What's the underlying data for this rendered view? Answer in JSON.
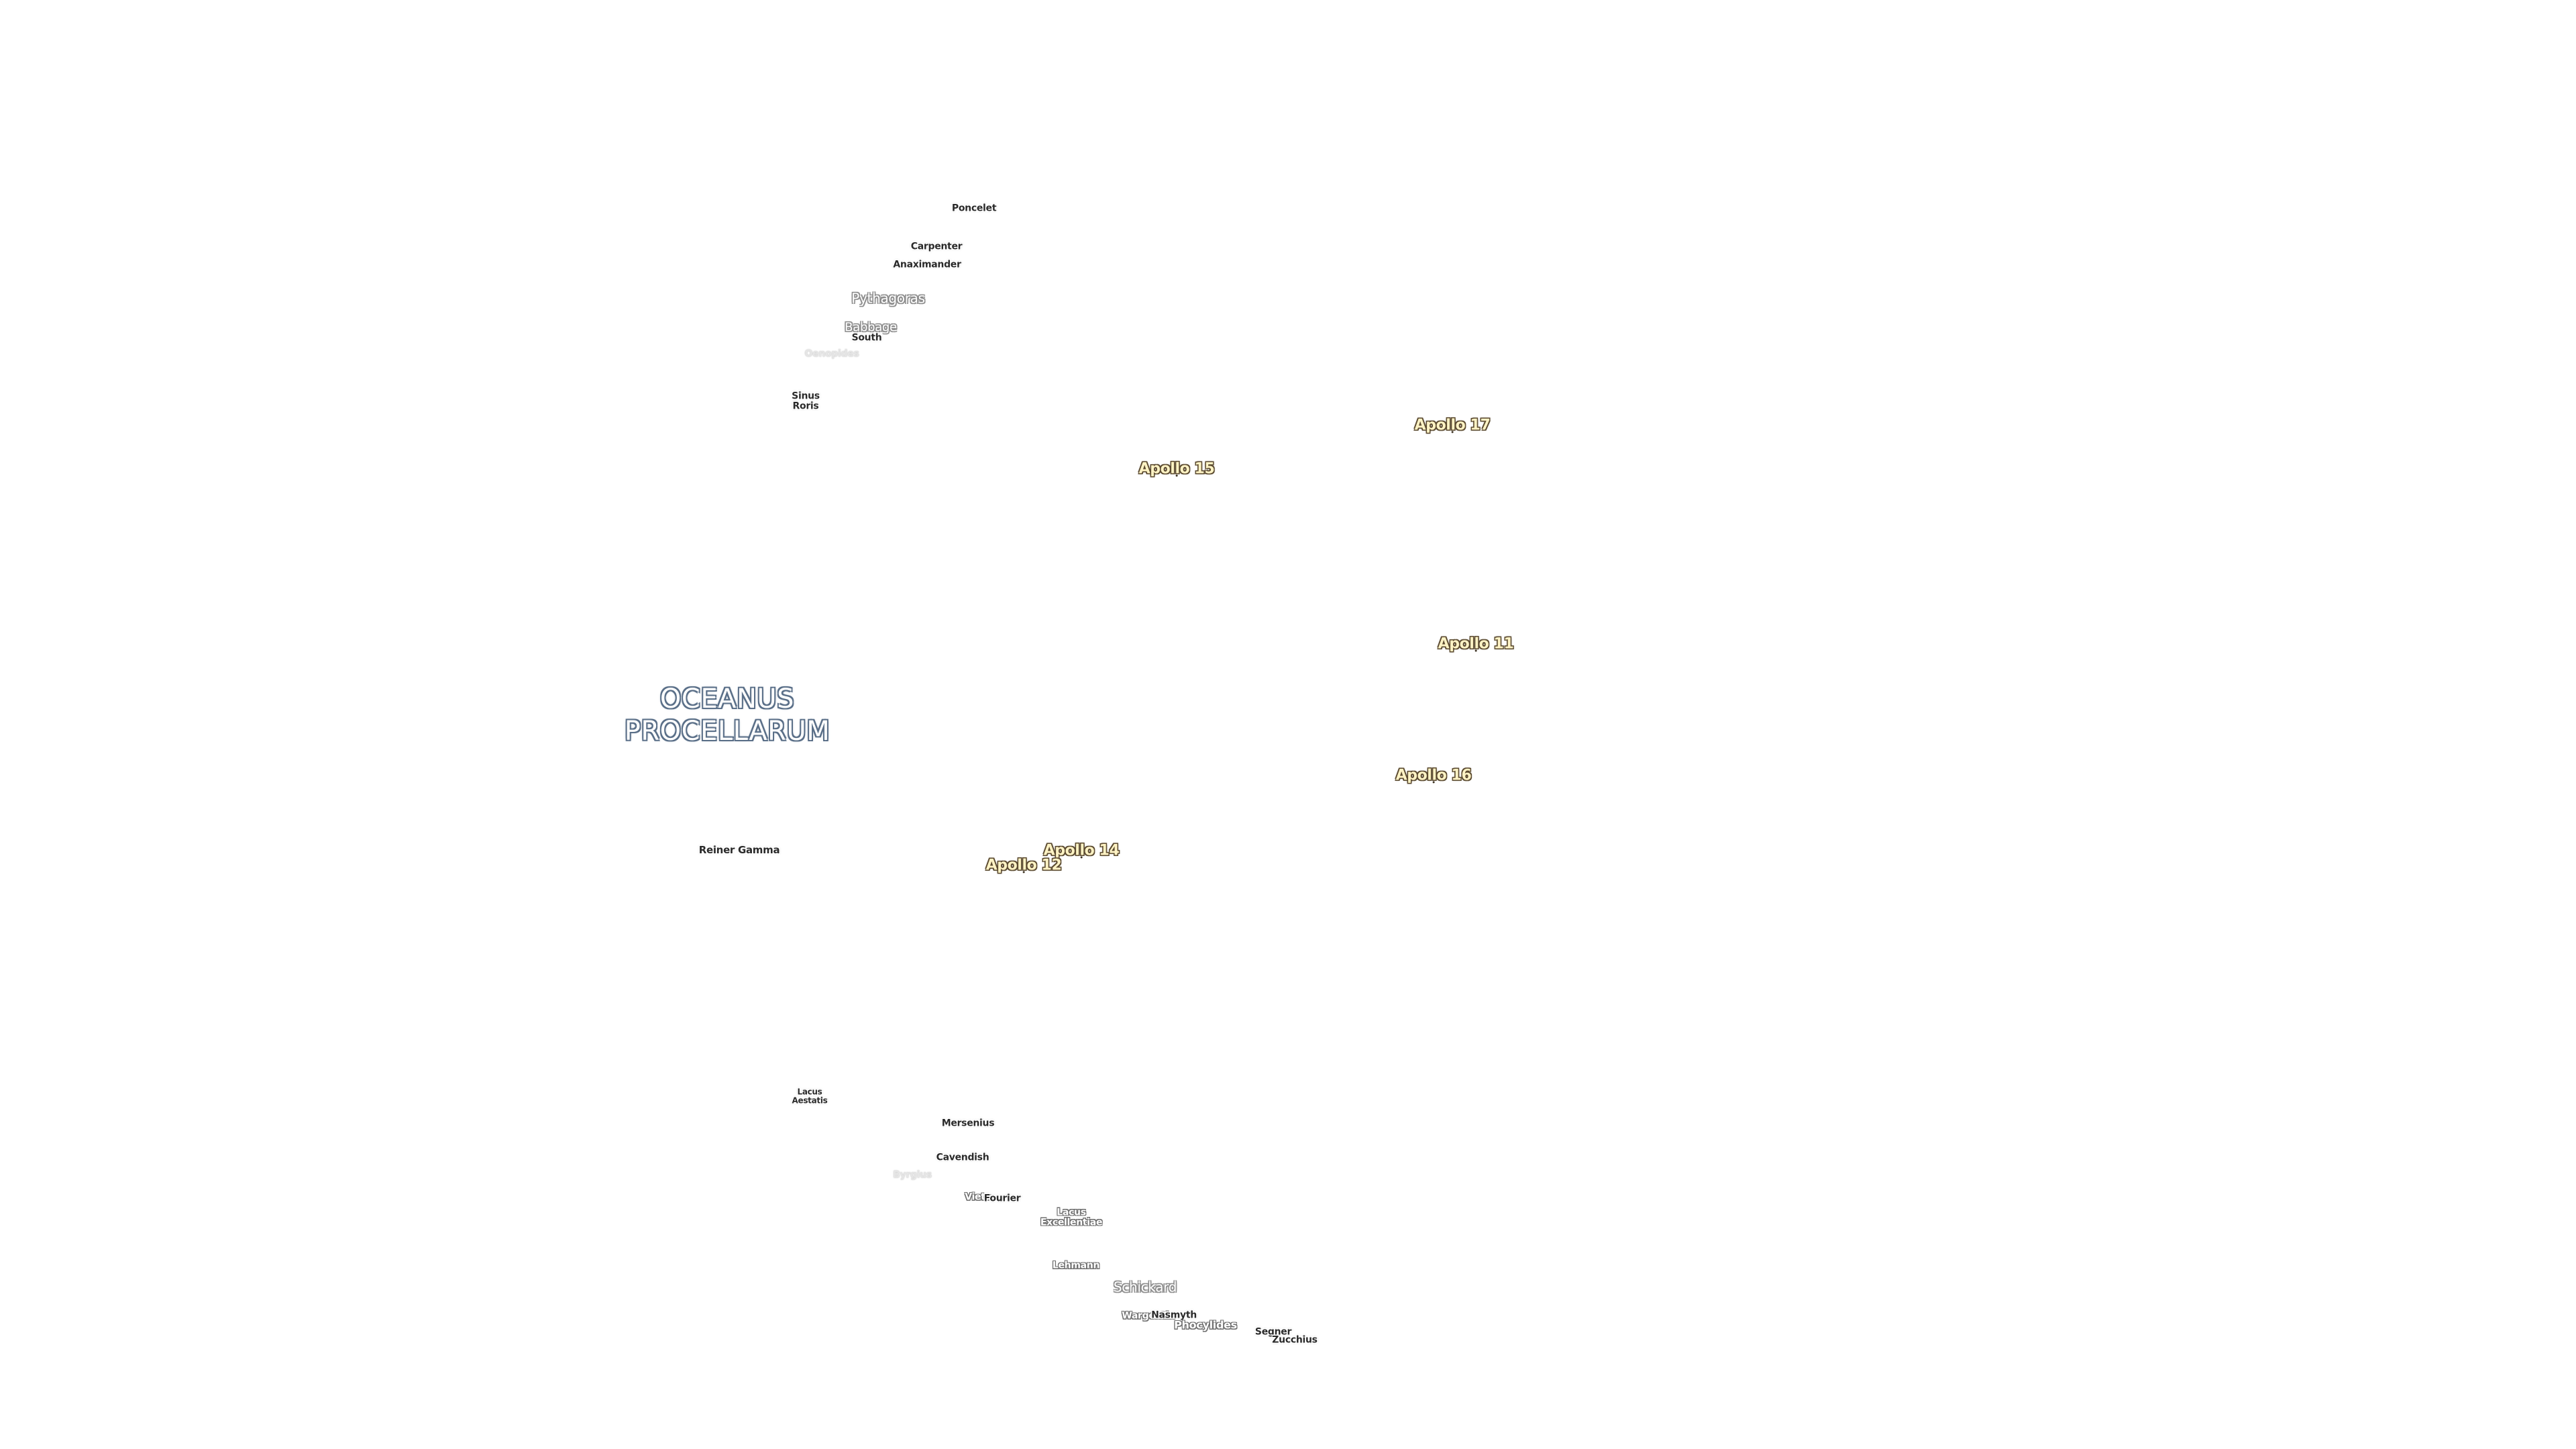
{
  "sea": {
    "line1": "OCEANUS",
    "line2": "PROCELLARUM"
  },
  "apollo_sites": [
    {
      "name": "Apollo 17"
    },
    {
      "name": "Apollo 15"
    },
    {
      "name": "Apollo 11"
    },
    {
      "name": "Apollo 16"
    },
    {
      "name": "Apollo 14"
    },
    {
      "name": "Apollo 12"
    }
  ],
  "features": [
    {
      "name": "Poncelet"
    },
    {
      "name": "Carpenter"
    },
    {
      "name": "Anaximander"
    },
    {
      "name": "Pythagoras"
    },
    {
      "name": "Babbage"
    },
    {
      "name": "South"
    },
    {
      "name": "Oenopides"
    },
    {
      "line1": "Sinus",
      "line2": "Roris"
    },
    {
      "name": "Reiner Gamma"
    },
    {
      "line1": "Lacus",
      "line2": "Aestatis"
    },
    {
      "name": "Mersenius"
    },
    {
      "name": "Cavendish"
    },
    {
      "name": "Byrgius"
    },
    {
      "name": "Vieta"
    },
    {
      "name": "Fourier"
    },
    {
      "line1": "Lacus",
      "line2": "Excellentiae"
    },
    {
      "name": "Lehmann"
    },
    {
      "name": "Schickard"
    },
    {
      "name": "Wargentin"
    },
    {
      "name": "Nasmyth"
    },
    {
      "name": "Phocylides"
    },
    {
      "name": "Segner"
    },
    {
      "name": "Zucchius"
    }
  ]
}
